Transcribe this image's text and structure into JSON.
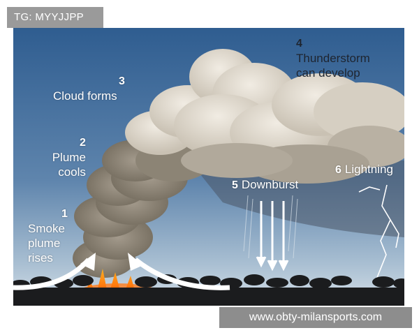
{
  "tag": "TG: MYYJJPP",
  "watermark": "www.obty-milansports.com",
  "colors": {
    "sky_top": "#2f5d90",
    "sky_bottom": "#c9d6e2",
    "smoke": "#8e8577",
    "cloud": "#e9e3d8",
    "fire": "#ff6a10"
  },
  "steps": [
    {
      "num": "1",
      "lines": [
        "Smoke",
        "plume",
        "rises"
      ]
    },
    {
      "num": "2",
      "lines": [
        "Plume",
        "cools"
      ]
    },
    {
      "num": "3",
      "lines": [
        "Cloud forms"
      ]
    },
    {
      "num": "4",
      "lines": [
        "Thunderstorm",
        "can develop"
      ]
    },
    {
      "num": "5",
      "lines": [
        "Downburst"
      ]
    },
    {
      "num": "6",
      "lines": [
        "Lightning"
      ]
    }
  ]
}
